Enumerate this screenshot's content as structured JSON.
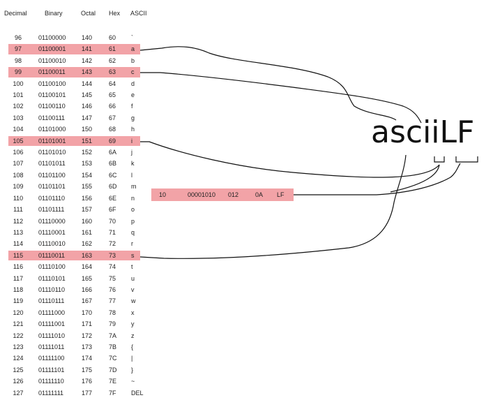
{
  "header": {
    "decimal": "Decimal",
    "binary": "Binary",
    "octal": "Octal",
    "hex": "Hex",
    "ascii": "ASCII"
  },
  "rows": [
    {
      "dec": "96",
      "bin": "01100000",
      "oct": "140",
      "hex": "60",
      "ch": "`"
    },
    {
      "dec": "97",
      "bin": "01100001",
      "oct": "141",
      "hex": "61",
      "ch": "a"
    },
    {
      "dec": "98",
      "bin": "01100010",
      "oct": "142",
      "hex": "62",
      "ch": "b"
    },
    {
      "dec": "99",
      "bin": "01100011",
      "oct": "143",
      "hex": "63",
      "ch": "c"
    },
    {
      "dec": "100",
      "bin": "01100100",
      "oct": "144",
      "hex": "64",
      "ch": "d"
    },
    {
      "dec": "101",
      "bin": "01100101",
      "oct": "145",
      "hex": "65",
      "ch": "e"
    },
    {
      "dec": "102",
      "bin": "01100110",
      "oct": "146",
      "hex": "66",
      "ch": "f"
    },
    {
      "dec": "103",
      "bin": "01100111",
      "oct": "147",
      "hex": "67",
      "ch": "g"
    },
    {
      "dec": "104",
      "bin": "01101000",
      "oct": "150",
      "hex": "68",
      "ch": "h"
    },
    {
      "dec": "105",
      "bin": "01101001",
      "oct": "151",
      "hex": "69",
      "ch": "i"
    },
    {
      "dec": "106",
      "bin": "01101010",
      "oct": "152",
      "hex": "6A",
      "ch": "j"
    },
    {
      "dec": "107",
      "bin": "01101011",
      "oct": "153",
      "hex": "6B",
      "ch": "k"
    },
    {
      "dec": "108",
      "bin": "01101100",
      "oct": "154",
      "hex": "6C",
      "ch": "l"
    },
    {
      "dec": "109",
      "bin": "01101101",
      "oct": "155",
      "hex": "6D",
      "ch": "m"
    },
    {
      "dec": "110",
      "bin": "01101110",
      "oct": "156",
      "hex": "6E",
      "ch": "n"
    },
    {
      "dec": "111",
      "bin": "01101111",
      "oct": "157",
      "hex": "6F",
      "ch": "o"
    },
    {
      "dec": "112",
      "bin": "01110000",
      "oct": "160",
      "hex": "70",
      "ch": "p"
    },
    {
      "dec": "113",
      "bin": "01110001",
      "oct": "161",
      "hex": "71",
      "ch": "q"
    },
    {
      "dec": "114",
      "bin": "01110010",
      "oct": "162",
      "hex": "72",
      "ch": "r"
    },
    {
      "dec": "115",
      "bin": "01110011",
      "oct": "163",
      "hex": "73",
      "ch": "s"
    },
    {
      "dec": "116",
      "bin": "01110100",
      "oct": "164",
      "hex": "74",
      "ch": "t"
    },
    {
      "dec": "117",
      "bin": "01110101",
      "oct": "165",
      "hex": "75",
      "ch": "u"
    },
    {
      "dec": "118",
      "bin": "01110110",
      "oct": "166",
      "hex": "76",
      "ch": "v"
    },
    {
      "dec": "119",
      "bin": "01110111",
      "oct": "167",
      "hex": "77",
      "ch": "w"
    },
    {
      "dec": "120",
      "bin": "01111000",
      "oct": "170",
      "hex": "78",
      "ch": "x"
    },
    {
      "dec": "121",
      "bin": "01111001",
      "oct": "171",
      "hex": "79",
      "ch": "y"
    },
    {
      "dec": "122",
      "bin": "01111010",
      "oct": "172",
      "hex": "7A",
      "ch": "z"
    },
    {
      "dec": "123",
      "bin": "01111011",
      "oct": "173",
      "hex": "7B",
      "ch": "{"
    },
    {
      "dec": "124",
      "bin": "01111100",
      "oct": "174",
      "hex": "7C",
      "ch": "|"
    },
    {
      "dec": "125",
      "bin": "01111101",
      "oct": "175",
      "hex": "7D",
      "ch": "}"
    },
    {
      "dec": "126",
      "bin": "01111110",
      "oct": "176",
      "hex": "7E",
      "ch": "~"
    },
    {
      "dec": "127",
      "bin": "01111111",
      "oct": "177",
      "hex": "7F",
      "ch": "DEL"
    }
  ],
  "highlighted_decimals": [
    "97",
    "99",
    "105",
    "115"
  ],
  "lf_row": {
    "dec": "10",
    "bin": "00001010",
    "oct": "012",
    "hex": "0A",
    "ch": "LF"
  },
  "word": "asciiLF",
  "colors": {
    "highlight": "#f2a3a7",
    "text": "#222222",
    "line": "#111111"
  }
}
